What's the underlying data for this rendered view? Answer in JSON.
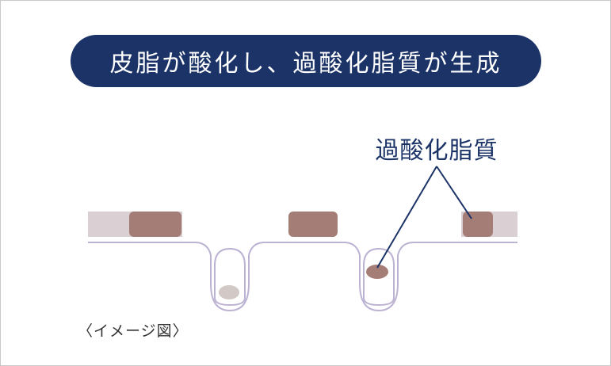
{
  "title": "皮脂が酸化し、過酸化脂質が生成",
  "callout_label": "過酸化脂質",
  "caption": "〈イメージ図〉",
  "colors": {
    "pill": "#1b3367",
    "skin_band": "#dacfd2",
    "sebum_patch": "#a47d77",
    "follicle_line": "#bcb3d2",
    "sebum_droplet": "#d2c8c5",
    "leader_line": "#1b3367"
  }
}
